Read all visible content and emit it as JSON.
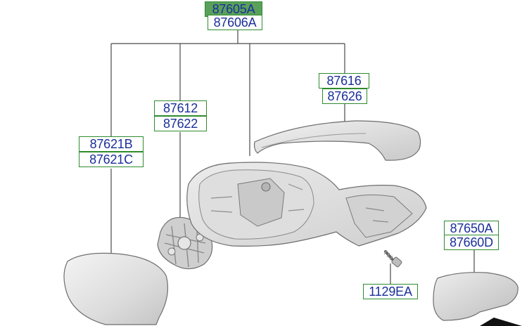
{
  "labels": {
    "assembly_lh": "87605A",
    "assembly_rh": "87606A",
    "cover_lh": "87616",
    "cover_rh": "87626",
    "actuator_lh": "87612",
    "actuator_rh": "87622",
    "glass_lh": "87621B",
    "glass_rh": "87621C",
    "lamp_lh": "87650A",
    "lamp_rh": "87660D",
    "screw": "1129EA"
  },
  "colors": {
    "label_text": "#1a2f9a",
    "label_border": "#2e8b2e",
    "highlight_fill": "#5aa05a",
    "leader_line": "#4a4a4a"
  }
}
